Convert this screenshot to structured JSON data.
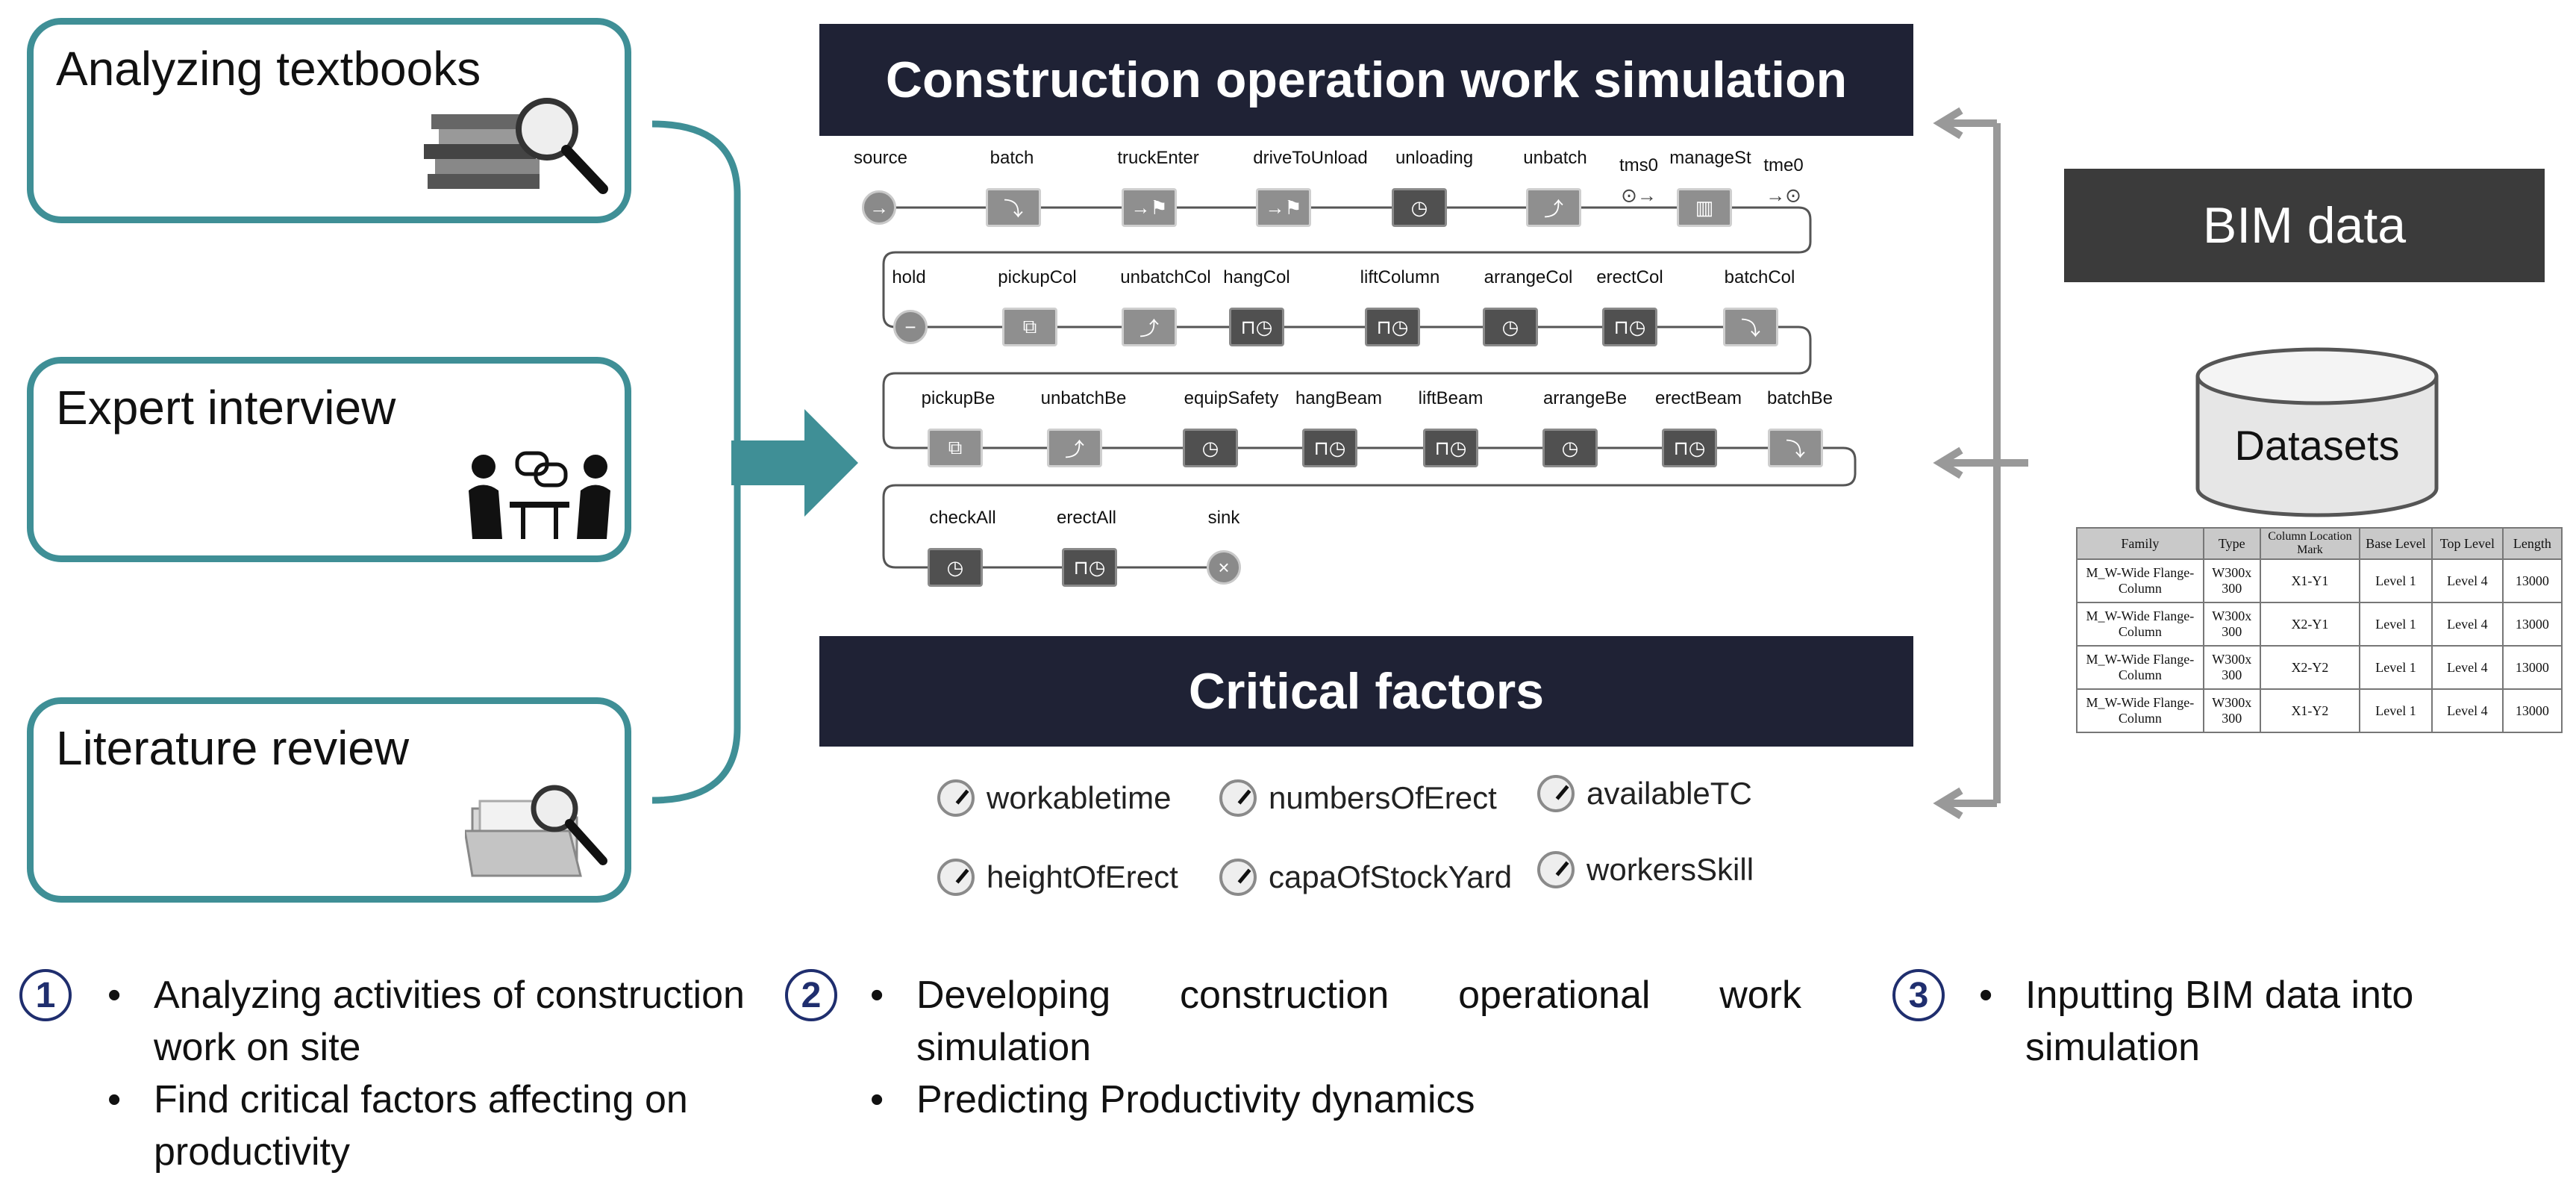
{
  "methods": [
    {
      "title": "Analyzing textbooks",
      "icon": "books-magnifier-icon"
    },
    {
      "title": "Expert interview",
      "icon": "interview-people-icon"
    },
    {
      "title": "Literature review",
      "icon": "folder-magnifier-icon"
    }
  ],
  "simulation": {
    "title": "Construction operation work simulation",
    "nodes": {
      "source": "source",
      "batch": "batch",
      "truckEnter": "truckEnter",
      "driveToUnload": "driveToUnload",
      "unloading": "unloading",
      "unbatch": "unbatch",
      "tms0": "tms0",
      "manageSt": "manageSt",
      "tme0": "tme0",
      "hold": "hold",
      "pickupCol": "pickupCol",
      "unbatchCol": "unbatchCol",
      "hangCol": "hangCol",
      "liftColumn": "liftColumn",
      "arrangeCol": "arrangeCol",
      "erectCol": "erectCol",
      "batchCol": "batchCol",
      "pickupBe": "pickupBe",
      "unbatchBe": "unbatchBe",
      "equipSafety": "equipSafety",
      "hangBeam": "hangBeam",
      "liftBeam": "liftBeam",
      "arrangeBe": "arrangeBe",
      "erectBeam": "erectBeam",
      "batchBe": "batchBe",
      "checkAll": "checkAll",
      "erectAll": "erectAll",
      "sink": "sink"
    }
  },
  "factors": {
    "title": "Critical factors",
    "items": [
      "workabletime",
      "numbersOfErect",
      "availableTC",
      "heightOfErect",
      "capaOfStockYard",
      "workersSkill"
    ]
  },
  "bim": {
    "title": "BIM data",
    "datasets_label": "Datasets",
    "table": {
      "headers": [
        "Family",
        "Type",
        "Column Location Mark",
        "Base Level",
        "Top Level",
        "Length"
      ],
      "rows": [
        [
          "M_W-Wide Flange-Column",
          "W300x 300",
          "X1-Y1",
          "Level 1",
          "Level 4",
          "13000"
        ],
        [
          "M_W-Wide Flange-Column",
          "W300x 300",
          "X2-Y1",
          "Level 1",
          "Level 4",
          "13000"
        ],
        [
          "M_W-Wide Flange-Column",
          "W300x 300",
          "X2-Y2",
          "Level 1",
          "Level 4",
          "13000"
        ],
        [
          "M_W-Wide Flange-Column",
          "W300x 300",
          "X1-Y2",
          "Level 1",
          "Level 4",
          "13000"
        ]
      ]
    }
  },
  "steps": [
    {
      "num": "1",
      "bullets": [
        "Analyzing activities of construction work on site",
        "Find critical factors affecting on productivity"
      ]
    },
    {
      "num": "2",
      "bullets": [
        "Developing construction operational work simulation",
        "Predicting Productivity dynamics"
      ]
    },
    {
      "num": "3",
      "bullets": [
        "Inputting BIM data into simulation"
      ]
    }
  ],
  "colors": {
    "teal": "#3f8f96",
    "navy_bar": "#1f2235",
    "bim_bar": "#3b3b3b",
    "arrow_gray": "#999999",
    "num_blue": "#1f2e6e"
  }
}
